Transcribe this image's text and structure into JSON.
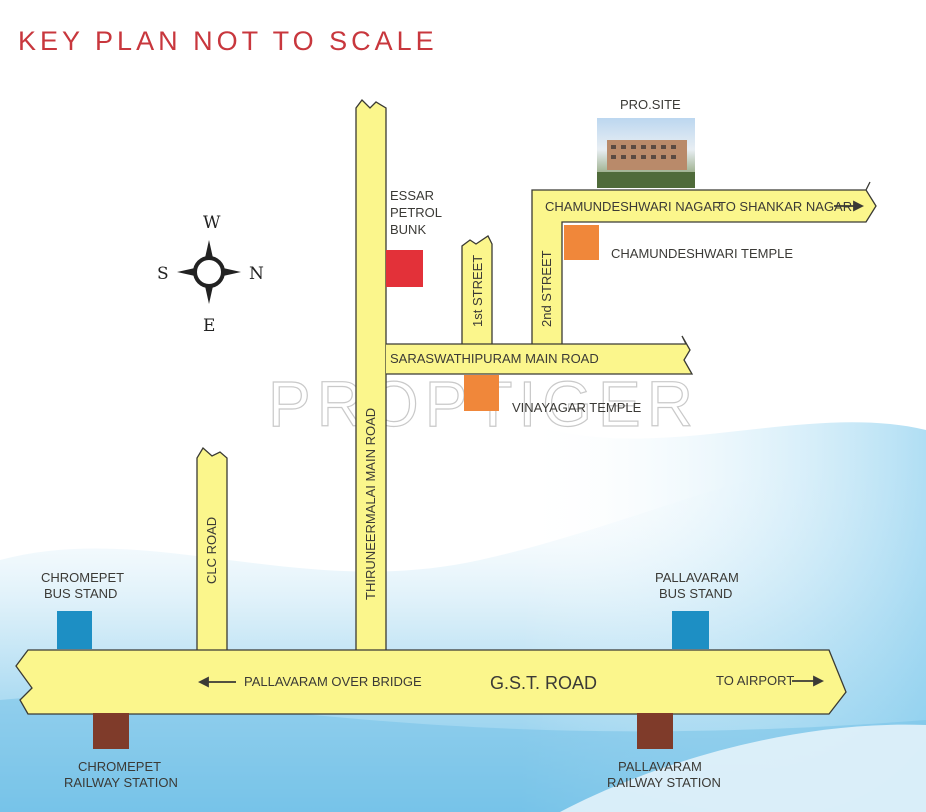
{
  "title": "KEY PLAN NOT TO SCALE",
  "watermark": "PROPTIGER",
  "compass": {
    "w": "W",
    "s": "S",
    "n": "N",
    "e": "E"
  },
  "roads": {
    "gst": "G.S.T. ROAD",
    "over_bridge": "PALLAVARAM OVER BRIDGE",
    "airport": "TO AIRPORT",
    "clc": "CLC ROAD",
    "thiruneermalai": "THIRUNEERMALAI MAIN ROAD",
    "saraswathipuram": "SARASWATHIPURAM MAIN ROAD",
    "first_street": "1st STREET",
    "second_street": "2nd STREET",
    "chamundeshwari_nagar": "CHAMUNDESHWARI NAGAR",
    "shankar_nagar": "TO SHANKAR NAGAR"
  },
  "landmarks": {
    "pro_site": "PRO.SITE",
    "essar": [
      "ESSAR",
      "PETROL",
      "BUNK"
    ],
    "chamundeshwari_temple": "CHAMUNDESHWARI TEMPLE",
    "vinayagar_temple": "VINAYAGAR TEMPLE",
    "chromepet_bus": [
      "CHROMEPET",
      "BUS STAND"
    ],
    "pallavaram_bus": [
      "PALLAVARAM",
      "BUS STAND"
    ],
    "chromepet_rail": [
      "CHROMEPET",
      "RAILWAY STATION"
    ],
    "pallavaram_rail": [
      "PALLAVARAM",
      "RAILWAY STATION"
    ]
  },
  "colors": {
    "road_fill": "#fbf68c",
    "road_edge": "#3a3a34",
    "title": "#c8373d",
    "petrol_bunk": "#e33139",
    "temple": "#f0873a",
    "bus_stand": "#1d8fc4",
    "railway_station": "#7f3b2a",
    "sky_blue": "#7cc7ea"
  }
}
